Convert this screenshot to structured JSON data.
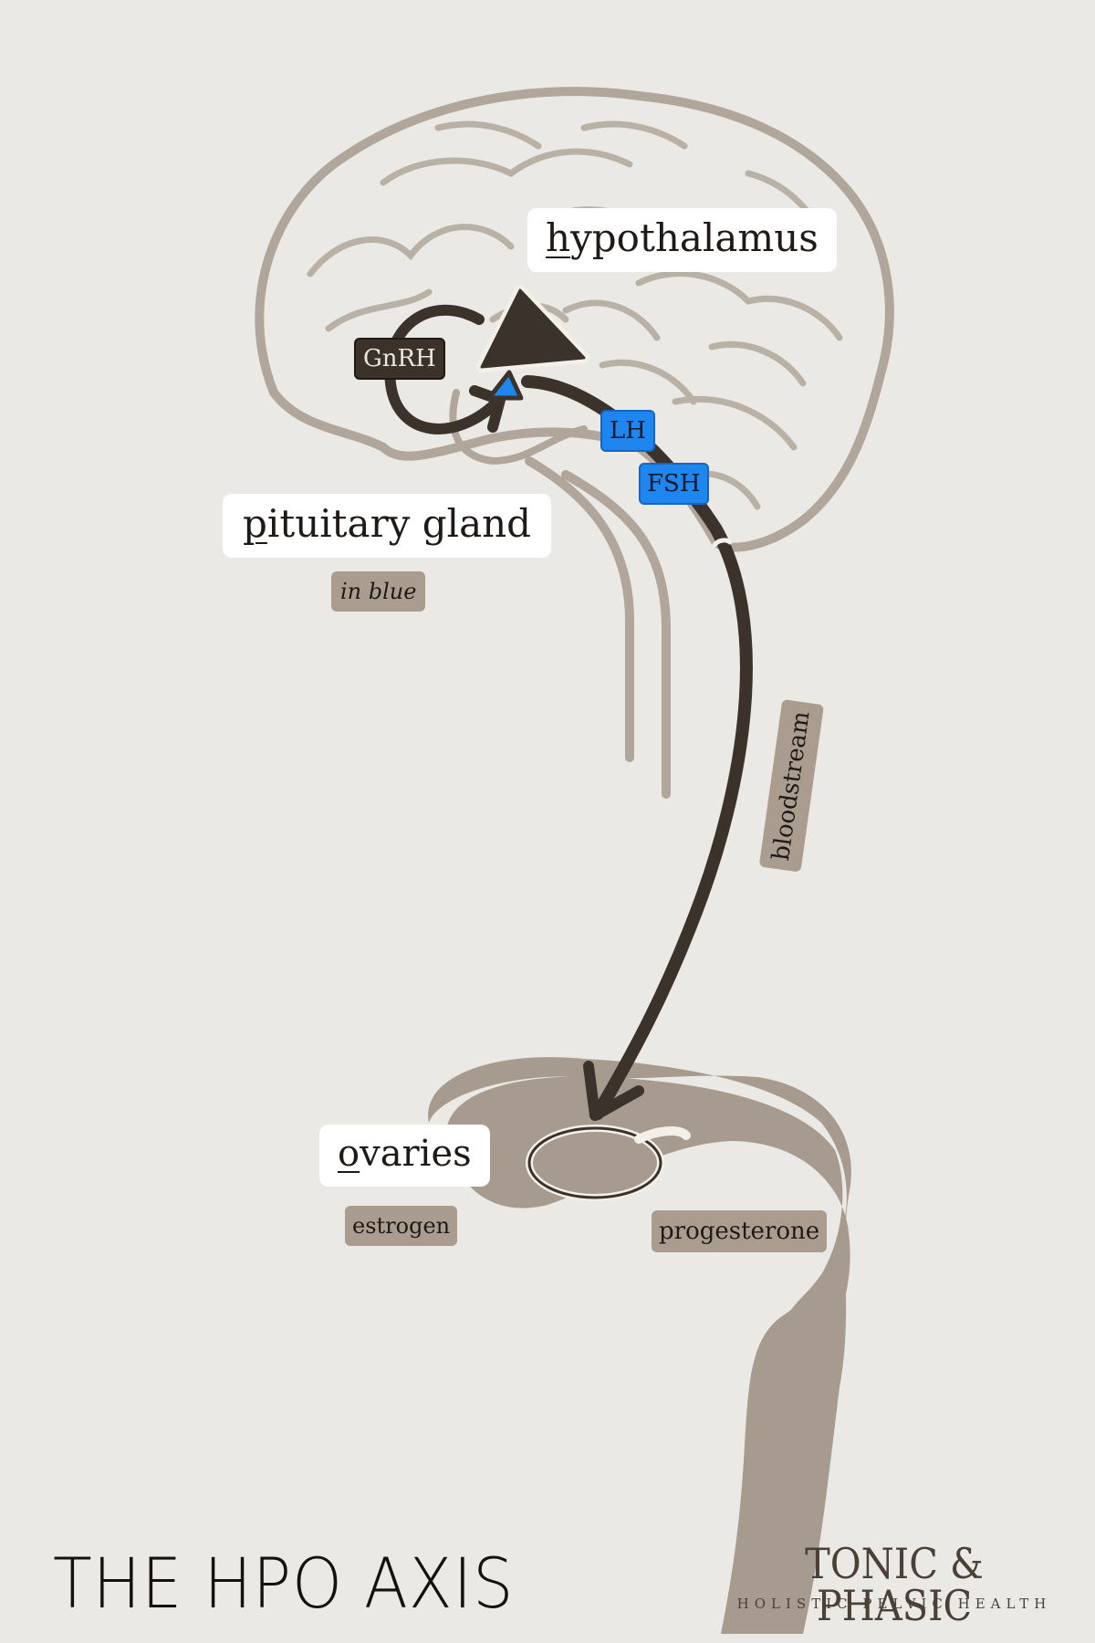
{
  "labels": {
    "hypothalamus": {
      "first": "h",
      "rest": "ypothalamus"
    },
    "pituitary": {
      "first": "p",
      "rest": "ituitary gland"
    },
    "pituitary_note": "in blue",
    "ovaries": {
      "first": "o",
      "rest": "varies"
    }
  },
  "hormones": {
    "gnrh": "GnRH",
    "lh": "LH",
    "fsh": "FSH",
    "estrogen": "estrogen",
    "progesterone": "progesterone"
  },
  "pathway": {
    "bloodstream": "bloodstream"
  },
  "title": "THE HPO AXIS",
  "brand": {
    "name": "TONIC & PHASIC",
    "tagline": "HOLISTIC PELVIC HEALTH"
  },
  "colors": {
    "background": "#ebe9e5",
    "outline": "#b0a69b",
    "organ_fill": "#a79b8f",
    "arrow": "#3a322b",
    "pituitary_blue": "#1f86f0",
    "label_bg": "#ffffff"
  }
}
